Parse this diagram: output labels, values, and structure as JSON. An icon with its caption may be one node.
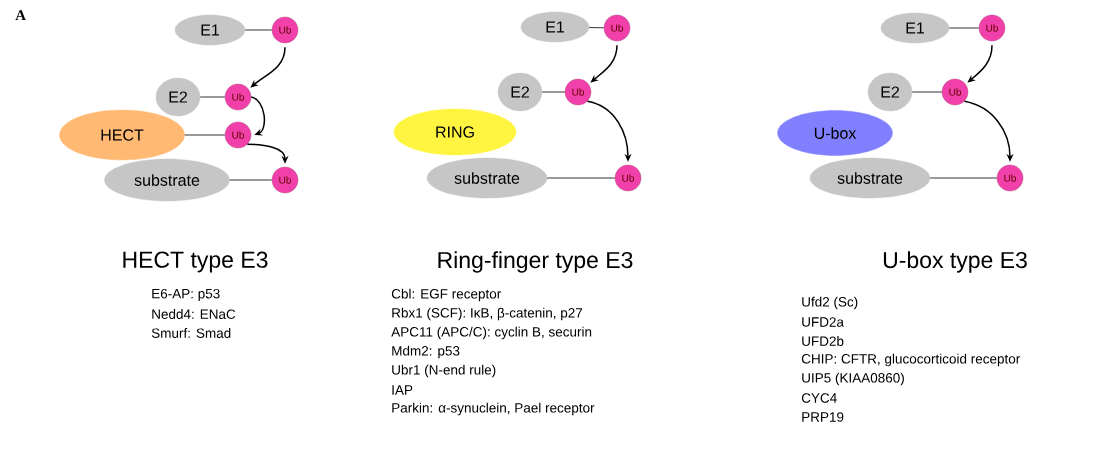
{
  "diagram": {
    "nodes": [
      {
        "text": [
          "E1"
        ]
      },
      {
        "text": [
          "Ub"
        ]
      },
      {
        "text": [
          "E2"
        ]
      },
      {
        "text": [
          "Ub"
        ]
      },
      {
        "text": [
          "HECT"
        ]
      },
      {
        "text": [
          "Ub"
        ]
      },
      {
        "text": [
          "substrate"
        ]
      },
      {
        "text": [
          "Ub"
        ]
      },
      {
        "text": [
          "E1"
        ]
      },
      {
        "text": [
          "Ub"
        ]
      },
      {
        "text": [
          "E2"
        ]
      },
      {
        "text": [
          "Ub"
        ]
      },
      {
        "text": [
          "RING"
        ]
      },
      {
        "text": [
          "substrate"
        ]
      },
      {
        "text": [
          "Ub"
        ]
      },
      {
        "text": [
          "E1"
        ]
      },
      {
        "text": [
          "Ub"
        ]
      },
      {
        "text": [
          "E2"
        ]
      },
      {
        "text": [
          "Ub"
        ]
      },
      {
        "text": [
          "U-box"
        ]
      },
      {
        "text": [
          "substrate"
        ]
      },
      {
        "text": [
          "Ub"
        ]
      }
    ],
    "edges": [
      {
        "from": 0,
        "to": 1,
        "arrow": "none"
      },
      {
        "from": 2,
        "to": 3,
        "arrow": "none"
      },
      {
        "from": 4,
        "to": 5,
        "arrow": "none"
      },
      {
        "from": 6,
        "to": 7,
        "arrow": "none"
      },
      {
        "from": 1,
        "to": 3,
        "arrow": "to"
      },
      {
        "from": 3,
        "to": 5,
        "arrow": "to"
      },
      {
        "from": 5,
        "to": 7,
        "arrow": "to"
      },
      {
        "from": 8,
        "to": 9,
        "arrow": "none"
      },
      {
        "from": 10,
        "to": 11,
        "arrow": "none"
      },
      {
        "from": 13,
        "to": 14,
        "arrow": "none"
      },
      {
        "from": 9,
        "to": 11,
        "arrow": "to"
      },
      {
        "from": 11,
        "to": 14,
        "arrow": "to"
      },
      {
        "from": 15,
        "to": 16,
        "arrow": "none"
      },
      {
        "from": 17,
        "to": 18,
        "arrow": "none"
      },
      {
        "from": 20,
        "to": 21,
        "arrow": "none"
      },
      {
        "from": 16,
        "to": 18,
        "arrow": "to"
      },
      {
        "from": 18,
        "to": 21,
        "arrow": "to"
      }
    ],
    "labels": [
      "A",
      "HECT  type E3",
      "E6-AP: p53",
      "Nedd4: ENaC",
      "Smurf: Smad",
      "Ring-finger type E3",
      "Cbl: EGF receptor",
      "Rbx1 (SCF): IκB, β-catenin, p27",
      "APC11 (APC/C): cyclin B, securin",
      "Mdm2: p53",
      "Ubr1 (N-end rule)",
      "IAP",
      "Parkin: α-synuclein, Pael receptor",
      "U-box type E3",
      "Ufd2 (Sc)",
      "UFD2a",
      "UFD2b",
      "CHIP: CFTR, glucocorticoid receptor",
      "UIP5 (KIAA0860)",
      "CYC4",
      "PRP19"
    ]
  }
}
